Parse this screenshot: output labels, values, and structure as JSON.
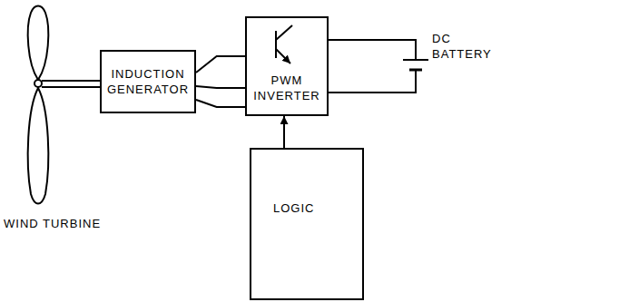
{
  "diagram": {
    "nodes": [
      {
        "text": [
          "INDUCTION GENERATOR"
        ]
      },
      {
        "text": [
          "PWM INVERTER"
        ]
      },
      {
        "text": [
          "LOGIC"
        ]
      }
    ],
    "edges": [
      {
        "from": 0,
        "to": 1,
        "arrow": "none"
      },
      {
        "from": 2,
        "to": 1,
        "arrow": "to"
      }
    ],
    "labels": [
      "WIND TURBINE",
      "DC BATTERY"
    ]
  }
}
